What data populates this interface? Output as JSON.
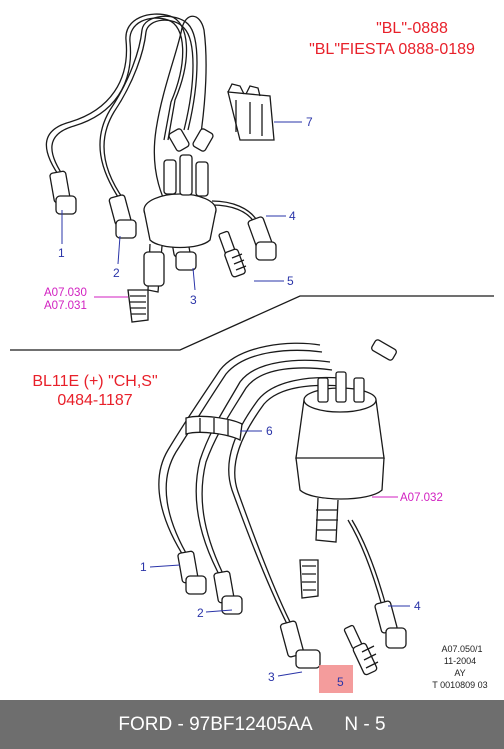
{
  "top_section": {
    "title_line1": "\"BL\"-0888",
    "title_line2": "\"BL\"FIESTA 0888-0189",
    "callouts": [
      "1",
      "2",
      "3",
      "4",
      "5",
      "7"
    ],
    "ref_line1": "A07.030",
    "ref_line2": "A07.031"
  },
  "bottom_section": {
    "title_line1": "BL11E (+) \"CH,S\"",
    "title_line2": "0484-1187",
    "callouts": [
      "1",
      "2",
      "3",
      "4",
      "5",
      "6"
    ],
    "ref": "A07.032"
  },
  "stamp": {
    "line1": "A07.050/1",
    "line2": "11-2004",
    "line3": "AY",
    "line4": "T 0010809 03"
  },
  "footer": {
    "part_text": "FORD - 97BF12405AA",
    "page_text": "N - 5"
  },
  "colors": {
    "title": "#e8202a",
    "callout": "#2a34a8",
    "reference": "#d11fc0",
    "footer_bg": "#6e6e6e",
    "highlight": "#f28b8b"
  }
}
